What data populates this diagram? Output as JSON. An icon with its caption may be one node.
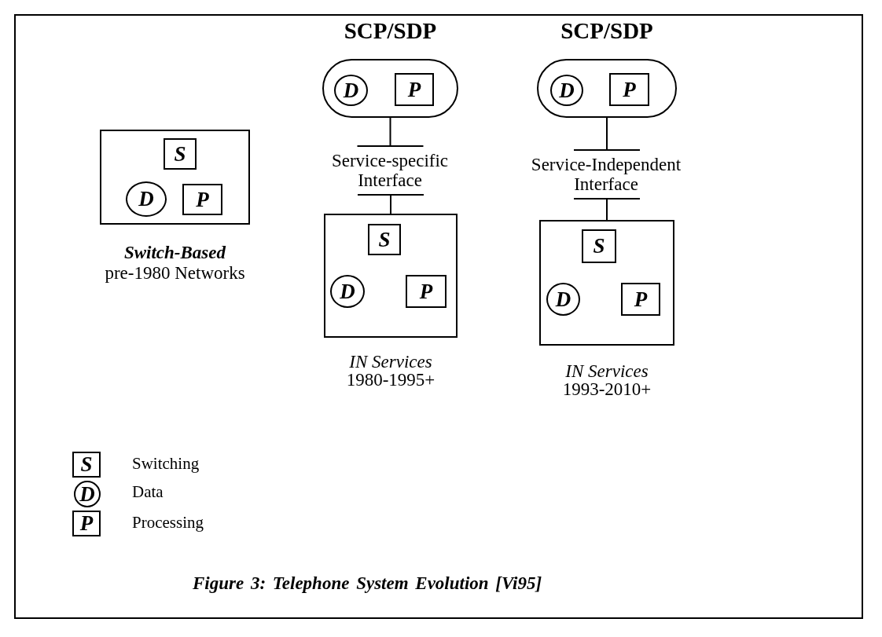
{
  "diagram": {
    "caption": "Figure 3: Telephone System Evolution [Vi95]",
    "nodes": [
      {
        "text": [],
        "shape": "box",
        "beside": [
          "Switch-Based",
          "pre-1980 Networks"
        ]
      },
      {
        "text": [
          "S"
        ],
        "in": 0
      },
      {
        "text": [
          "D"
        ],
        "in": 0
      },
      {
        "text": [
          "P"
        ],
        "in": 0
      },
      {
        "text": [
          "SCP/SDP"
        ]
      },
      {
        "text": [
          "D"
        ],
        "in": 4
      },
      {
        "text": [
          "P"
        ],
        "in": 4
      },
      {
        "text": [
          "Service-specific Interface"
        ]
      },
      {
        "text": [],
        "shape": "box",
        "beside": [
          "IN Services",
          "1980-1995+"
        ]
      },
      {
        "text": [
          "S"
        ],
        "in": 8
      },
      {
        "text": [
          "D"
        ],
        "in": 8
      },
      {
        "text": [
          "P"
        ],
        "in": 8
      },
      {
        "text": [
          "SCP/SDP"
        ]
      },
      {
        "text": [
          "D"
        ],
        "in": 12
      },
      {
        "text": [
          "P"
        ],
        "in": 12
      },
      {
        "text": [
          "Service-Independent Interface"
        ]
      },
      {
        "text": [],
        "shape": "box",
        "beside": [
          "IN Services",
          "1993-2010+"
        ]
      },
      {
        "text": [
          "S"
        ],
        "in": 16
      },
      {
        "text": [
          "D"
        ],
        "in": 16
      },
      {
        "text": [
          "P"
        ],
        "in": 16
      },
      {
        "text": [
          "S"
        ]
      },
      {
        "text": [
          "D"
        ]
      },
      {
        "text": [
          "P"
        ]
      }
    ],
    "edges": [
      {
        "from": 4,
        "to": 7,
        "arrow": "other"
      },
      {
        "from": 8,
        "to": 7,
        "arrow": "other"
      },
      {
        "from": 12,
        "to": 15,
        "arrow": "other"
      },
      {
        "from": 16,
        "to": 15,
        "arrow": "other"
      }
    ],
    "legend": [
      {
        "text": "Switching"
      },
      {
        "text": "Data"
      },
      {
        "text": "Processing"
      }
    ]
  }
}
